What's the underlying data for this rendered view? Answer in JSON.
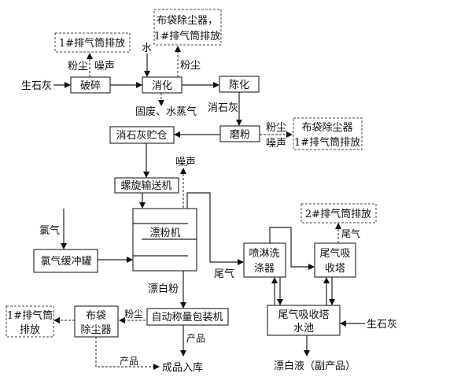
{
  "nodes": {
    "crushing": "破碎",
    "slaking": "消化",
    "aging": "陈化",
    "grinding": "磨粉",
    "slaked_lime_silo": "消石灰贮仓",
    "screw_conveyor": "螺旋输送机",
    "bleaching_machine": "漂粉机",
    "chlorine_buffer_tank": "氯气缓冲罐",
    "spray_scrubber": [
      "喷淋洗",
      "涤器"
    ],
    "tail_gas_absorber": [
      "尾气吸",
      "收塔"
    ],
    "absorber_pool": [
      "尾气吸收塔",
      "水池"
    ],
    "auto_packer": "自动称量包装机",
    "bag_filter_bottom": [
      "布袋",
      "除尘器"
    ],
    "warehouse": "成品入库",
    "bleach_liquid": "漂白液（副产品）"
  },
  "emissions": {
    "stack1_top_left": "1#排气筒排放",
    "bag_filter_stack1_top": [
      "布袋除尘器，",
      "1#排气筒排放"
    ],
    "bag_filter_stack1_right": [
      "布袋除尘器",
      "1#排气筒排放"
    ],
    "stack2": "2#排气筒排放",
    "stack1_bottom_left": [
      "1#排气筒",
      "排放"
    ]
  },
  "labels": {
    "quicklime_in": "生石灰",
    "water": "水",
    "dust_crush": "粉尘",
    "noise_crush": "噪声",
    "dust_slake": "粉尘",
    "solid_waste_steam": "固废、水蒸气",
    "slaked_lime": "消石灰",
    "dust_grind": "粉尘",
    "noise_grind": "噪声",
    "noise_bleach": "噪声",
    "chlorine": "氯气",
    "tail_gas_1": "尾气",
    "tail_gas_2": "尾气",
    "bleaching_powder": "漂白粉",
    "dust_pack": "粉尘",
    "product_1": "产品",
    "product_2": "产品",
    "quicklime_pool": "生石灰"
  }
}
